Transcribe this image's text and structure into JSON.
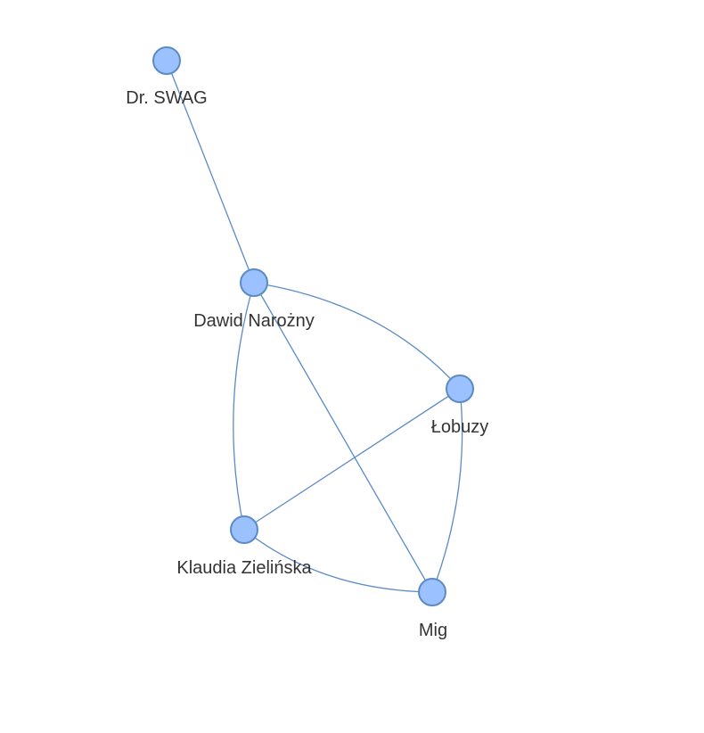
{
  "colors": {
    "node_fill": "#9bc2ff",
    "node_stroke": "#5b8ac6",
    "edge": "#5b8ac6",
    "label": "#333333"
  },
  "nodes": [
    {
      "id": "drswag",
      "label": "Dr. SWAG"
    },
    {
      "id": "dawid",
      "label": "Dawid Narożny"
    },
    {
      "id": "lobuzy",
      "label": "Łobuzy"
    },
    {
      "id": "klaudia",
      "label": "Klaudia Zielińska"
    },
    {
      "id": "mig",
      "label": "Mig"
    }
  ],
  "edges": [
    {
      "source": "drswag",
      "target": "dawid"
    },
    {
      "source": "dawid",
      "target": "lobuzy"
    },
    {
      "source": "dawid",
      "target": "klaudia"
    },
    {
      "source": "dawid",
      "target": "mig"
    },
    {
      "source": "lobuzy",
      "target": "klaudia"
    },
    {
      "source": "lobuzy",
      "target": "mig"
    },
    {
      "source": "klaudia",
      "target": "mig"
    }
  ]
}
